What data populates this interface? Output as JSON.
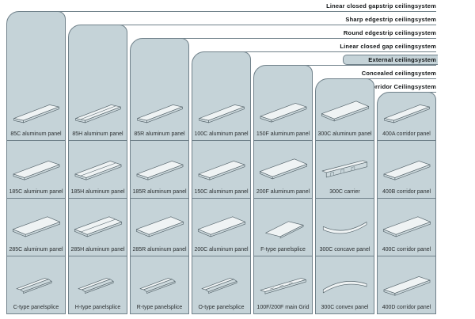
{
  "headers": [
    {
      "label": "Linear closed gapstrip ceilingsystem",
      "highlighted": false
    },
    {
      "label": "Sharp edgestrip ceilingsystem",
      "highlighted": false
    },
    {
      "label": "Round edgestrip ceilingsystem",
      "highlighted": false
    },
    {
      "label": "Linear closed gap ceilingsystem",
      "highlighted": false
    },
    {
      "label": "External ceilingsystem",
      "highlighted": true
    },
    {
      "label": "Concealed ceilingsystem",
      "highlighted": false
    },
    {
      "label": "Corridor Ceilingsystem",
      "highlighted": false
    }
  ],
  "columns": [
    {
      "products": [
        {
          "label": "85C aluminum panel",
          "shape": "panel-narrow"
        },
        {
          "label": "185C aluminum panel",
          "shape": "panel-medium"
        },
        {
          "label": "285C aluminum panel",
          "shape": "panel-wide"
        },
        {
          "label": "C-type panelsplice",
          "shape": "splice-strip"
        }
      ]
    },
    {
      "products": [
        {
          "label": "85H aluminum panel",
          "shape": "panel-grooved-narrow"
        },
        {
          "label": "185H aluminum panel",
          "shape": "panel-grooved-medium"
        },
        {
          "label": "285H aluminum panel",
          "shape": "panel-grooved-wide"
        },
        {
          "label": "H-type panelsplice",
          "shape": "splice-strip"
        }
      ]
    },
    {
      "products": [
        {
          "label": "85R aluminum panel",
          "shape": "panel-narrow"
        },
        {
          "label": "185R aluminum panel",
          "shape": "panel-medium"
        },
        {
          "label": "285R aluminum panel",
          "shape": "panel-wide"
        },
        {
          "label": "R-type panelsplice",
          "shape": "splice-strip"
        }
      ]
    },
    {
      "products": [
        {
          "label": "100C aluminum panel",
          "shape": "panel-narrow"
        },
        {
          "label": "150C aluminum panel",
          "shape": "panel-medium"
        },
        {
          "label": "200C aluminum panel",
          "shape": "panel-wide"
        },
        {
          "label": "O-type panelsplice",
          "shape": "splice-strip"
        }
      ]
    },
    {
      "products": [
        {
          "label": "150F aluminum panel",
          "shape": "panel-medium"
        },
        {
          "label": "200F aluminum panel",
          "shape": "panel-wide"
        },
        {
          "label": "F-type panelsplice",
          "shape": "flat-sheet"
        },
        {
          "label": "100F/200F main Grid",
          "shape": "main-grid"
        }
      ]
    },
    {
      "products": [
        {
          "label": "300C aluminum panel",
          "shape": "panel-wide"
        },
        {
          "label": "300C carrier",
          "shape": "carrier"
        },
        {
          "label": "300C concave panel",
          "shape": "concave-panel"
        },
        {
          "label": "300C convex panel",
          "shape": "convex-panel"
        }
      ]
    },
    {
      "products": [
        {
          "label": "400A corridor panel",
          "shape": "panel-narrow"
        },
        {
          "label": "400B corridor panel",
          "shape": "panel-medium"
        },
        {
          "label": "400C corridor panel",
          "shape": "panel-wide"
        },
        {
          "label": "400D corridor panel",
          "shape": "panel-medium"
        }
      ]
    }
  ],
  "colors": {
    "bg": "#ffffff",
    "card_bg": "#c5d3d8",
    "line": "#70818a",
    "label_text": "#2b2f31",
    "header_text": "#111416",
    "panel_fill": "#eff3f4",
    "panel_side": "#cdd9dd",
    "panel_stroke": "#56656c"
  }
}
